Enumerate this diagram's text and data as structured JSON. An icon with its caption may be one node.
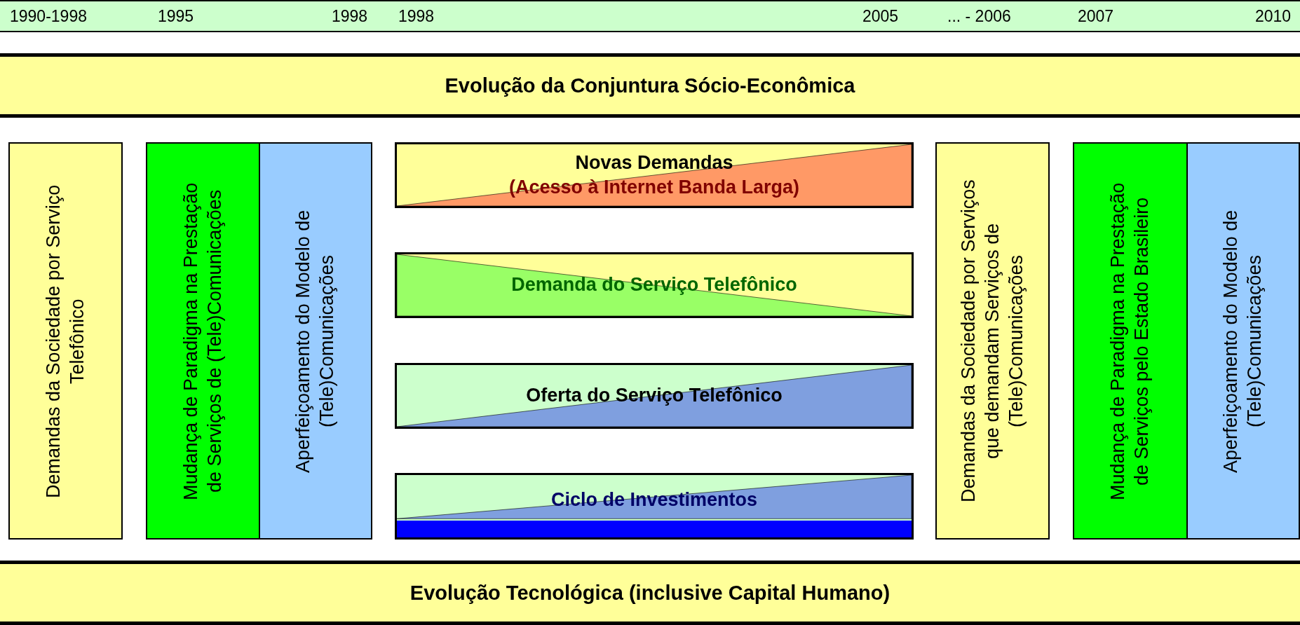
{
  "diagram": {
    "nodes": [
      {
        "text": [
          "Evolução da Conjuntura Sócio-Econômica"
        ]
      },
      {
        "text": [
          "Demandas da Sociedade por Serviço Telefônico"
        ]
      },
      {
        "text": [
          "Mudança de Paradigma na Prestação de Serviços de (Tele)Comunicações"
        ]
      },
      {
        "text": [
          "Aperfeiçoamento do Modelo de (Tele)Comunicações"
        ]
      },
      {
        "text": [
          "Novas Demandas",
          "(Acesso à Internet Banda Larga)"
        ]
      },
      {
        "text": [
          "Demanda do Serviço Telefônico"
        ]
      },
      {
        "text": [
          "Oferta do Serviço Telefônico"
        ]
      },
      {
        "text": [
          "Ciclo de Investimentos"
        ]
      },
      {
        "text": [
          "Demandas da Sociedade por Serviços que demandam Serviços de (Tele)Comunicações"
        ]
      },
      {
        "text": [
          "Mudança de Paradigma na Prestação de Serviços pelo Estado Brasileiro"
        ]
      },
      {
        "text": [
          "Aperfeiçoamento do Modelo de (Tele)Comunicações"
        ]
      },
      {
        "text": [
          "Evolução Tecnológica (inclusive Capital Humano)"
        ]
      }
    ],
    "labels": [
      "1990-1998",
      "1995",
      "1998",
      "1998",
      "2005",
      "... - 2006",
      "2007",
      "2010"
    ]
  }
}
